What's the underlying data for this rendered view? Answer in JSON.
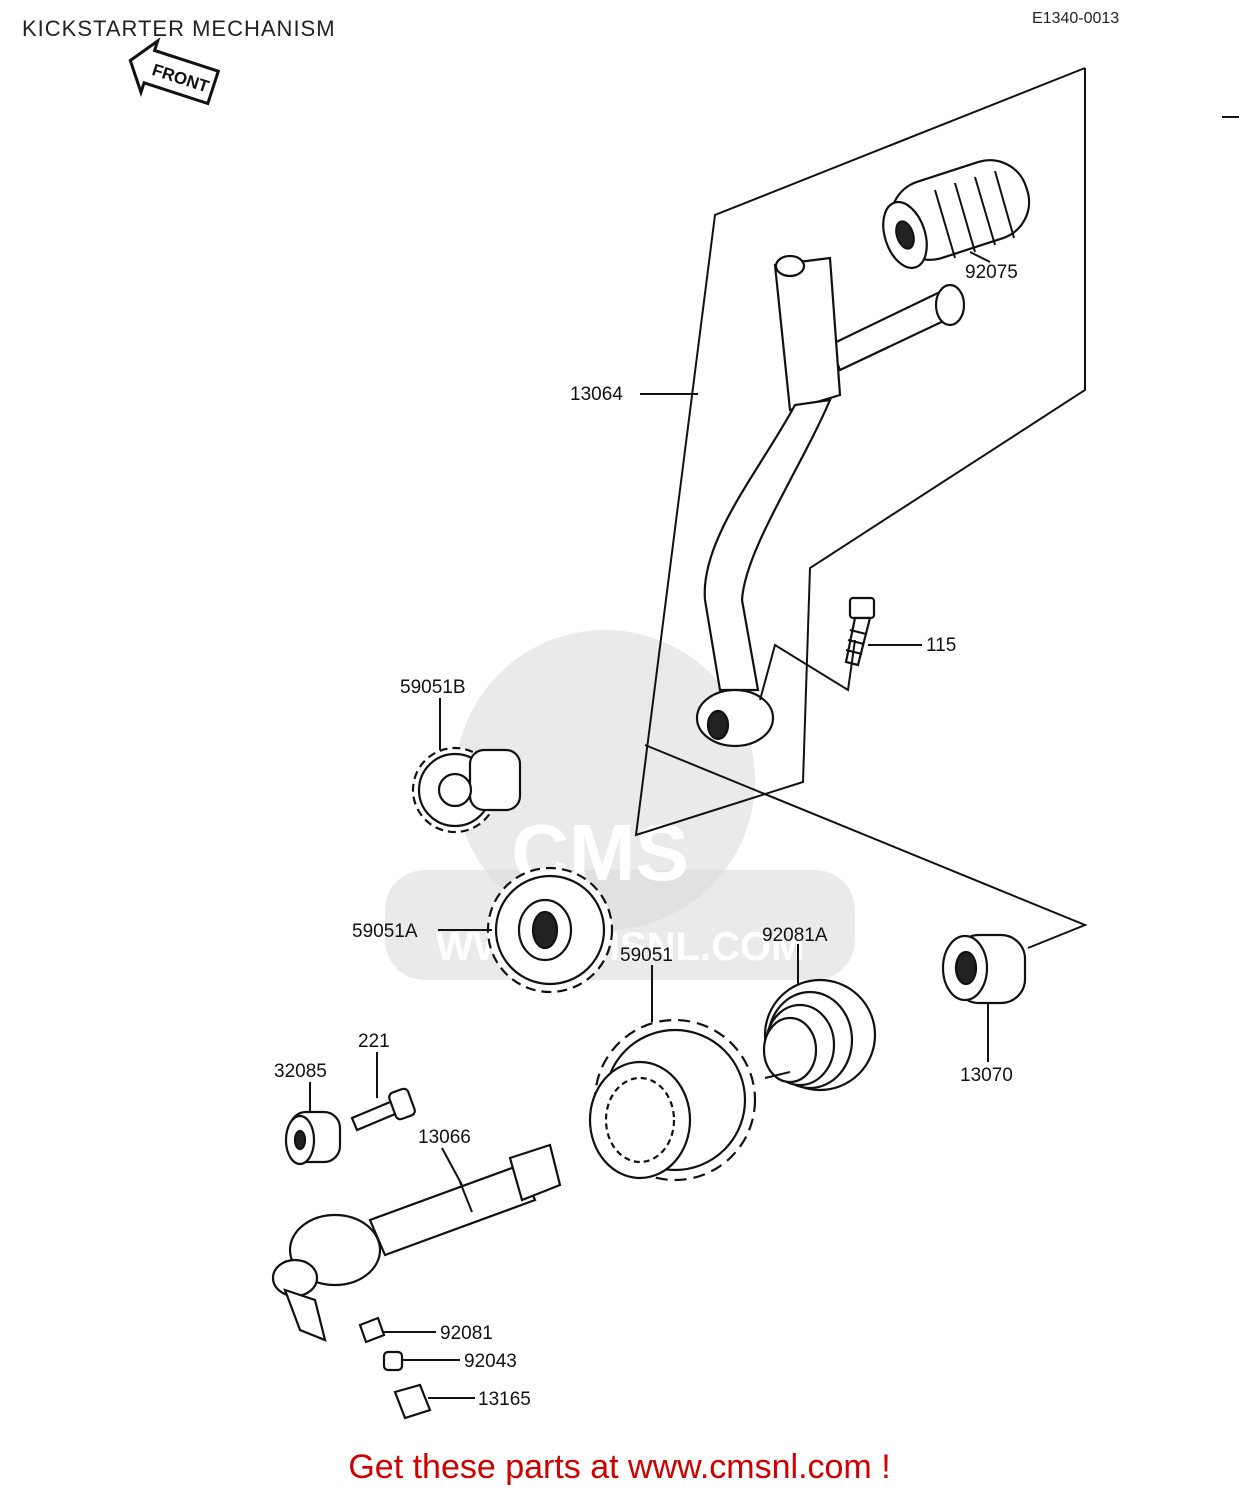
{
  "header": {
    "title": "KICKSTARTER MECHANISM",
    "diagram_code": "E1340-0013"
  },
  "orientation": {
    "label": "FRONT"
  },
  "watermark": {
    "brand": "CMS",
    "site": "WWW.CMSNL.COM"
  },
  "parts": [
    {
      "number": "92075"
    },
    {
      "number": "13064"
    },
    {
      "number": "115"
    },
    {
      "number": "59051B"
    },
    {
      "number": "59051A"
    },
    {
      "number": "59051"
    },
    {
      "number": "92081A"
    },
    {
      "number": "13070"
    },
    {
      "number": "221"
    },
    {
      "number": "32085"
    },
    {
      "number": "13066"
    },
    {
      "number": "92081"
    },
    {
      "number": "92043"
    },
    {
      "number": "13165"
    }
  ],
  "footer": {
    "cta": "Get these parts at www.cmsnl.com !"
  }
}
